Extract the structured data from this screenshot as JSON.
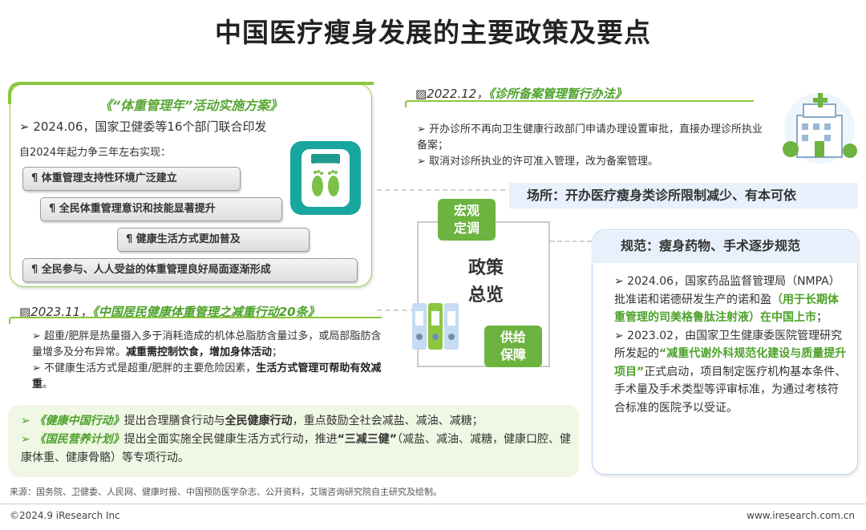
{
  "title": "中国医疗瘦身发展的主要政策及要点",
  "card1": {
    "title": "《“体重管理年”活动实施方案》",
    "line1": "➢ 2024.06，国家卫健委等16个部门联合印发",
    "line2": "自2024年起力争三年左右实现：",
    "pills": [
      "¶ 体重管理支持性环境广泛建立",
      "¶ 全民体重管理意识和技能显著提升",
      "¶ 健康生活方式更加普及",
      "¶ 全民参与、人人受益的体重管理良好局面逐渐形成"
    ]
  },
  "sec2023": {
    "date": "▨2023.11，",
    "name": "《中国居民健康体重管理之减重行动20条》",
    "b1_a": "➢ 超重/肥胖是热量摄入多于消耗造成的机体总脂肪含量过多，或局部脂肪含量增多及分布异常。",
    "b1_b": "减重需控制饮食，增加身体活动",
    "b1_c": "；",
    "b2_a": "➢ 不健康生活方式是超重/肥胖的主要危险因素，",
    "b2_b": "生活方式管理可帮助有效减重",
    "b2_c": "。"
  },
  "greenbox": {
    "l1_hl": "➢ 《健康中国行动》",
    "l1_a": "提出合理膳食行动与",
    "l1_b": "全民健康行动",
    "l1_c": "，重点鼓励全社会减盐、减油、减糖；",
    "l2_hl": "➢ 《国民营养计划》",
    "l2_a": "提出全面实施全民健康生活方式行动，推进",
    "l2_b": "“三减三健”",
    "l2_c": "（减盐、减油、减糖，健康口腔、健康体重、健康骨骼）等专项行动。"
  },
  "topright": {
    "date": "▨2022.12，",
    "name": "《诊所备案管理暂行办法》",
    "b1": "➢ 开办诊所不再向卫生健康行政部门申请办理设置审批，直接办理诊所执业备案；",
    "b2": "➢ 取消对诊所执业的许可准入管理，改为备案管理。"
  },
  "band_place": "场所：开办医疗瘦身类诊所限制减少、有本可依",
  "center": {
    "main_l1": "政策",
    "main_l2": "总览",
    "tag1_l1": "宏观",
    "tag1_l2": "定调",
    "tag2_l1": "供给",
    "tag2_l2": "保障"
  },
  "rcard": {
    "head": "规范：瘦身药物、手术逐步规范",
    "p1_a": "➢ 2024.06，国家药品监督管理局（NMPA）批准诺和诺德研发生产的诺和盈",
    "p1_hl": "（用于长期体重管理的司美格鲁肽注射液）在中国上市",
    "p1_c": "；",
    "p2_a": "➢ 2023.02，由国家卫生健康委医院管理研究所发起的",
    "p2_hl": "“减重代谢外科规范化建设与质量提升项目”",
    "p2_c": "正式启动，项目制定医疗机构基本条件、手术量及手术类型等评审标准，为通过考核符合标准的医院予以受证。"
  },
  "source": "来源：国务院、卫健委、人民网、健康时报、中国预防医学杂志、公开资料，艾瑞咨询研究院自主研究及绘制。",
  "footer_left": "©2024.9 iResearch Inc",
  "footer_right": "www.iresearch.com.cn",
  "colors": {
    "accent_green": "#6cb33f",
    "text_green": "#4ca22a",
    "light_blue": "#e7f0fb",
    "teal": "#18a79e"
  }
}
